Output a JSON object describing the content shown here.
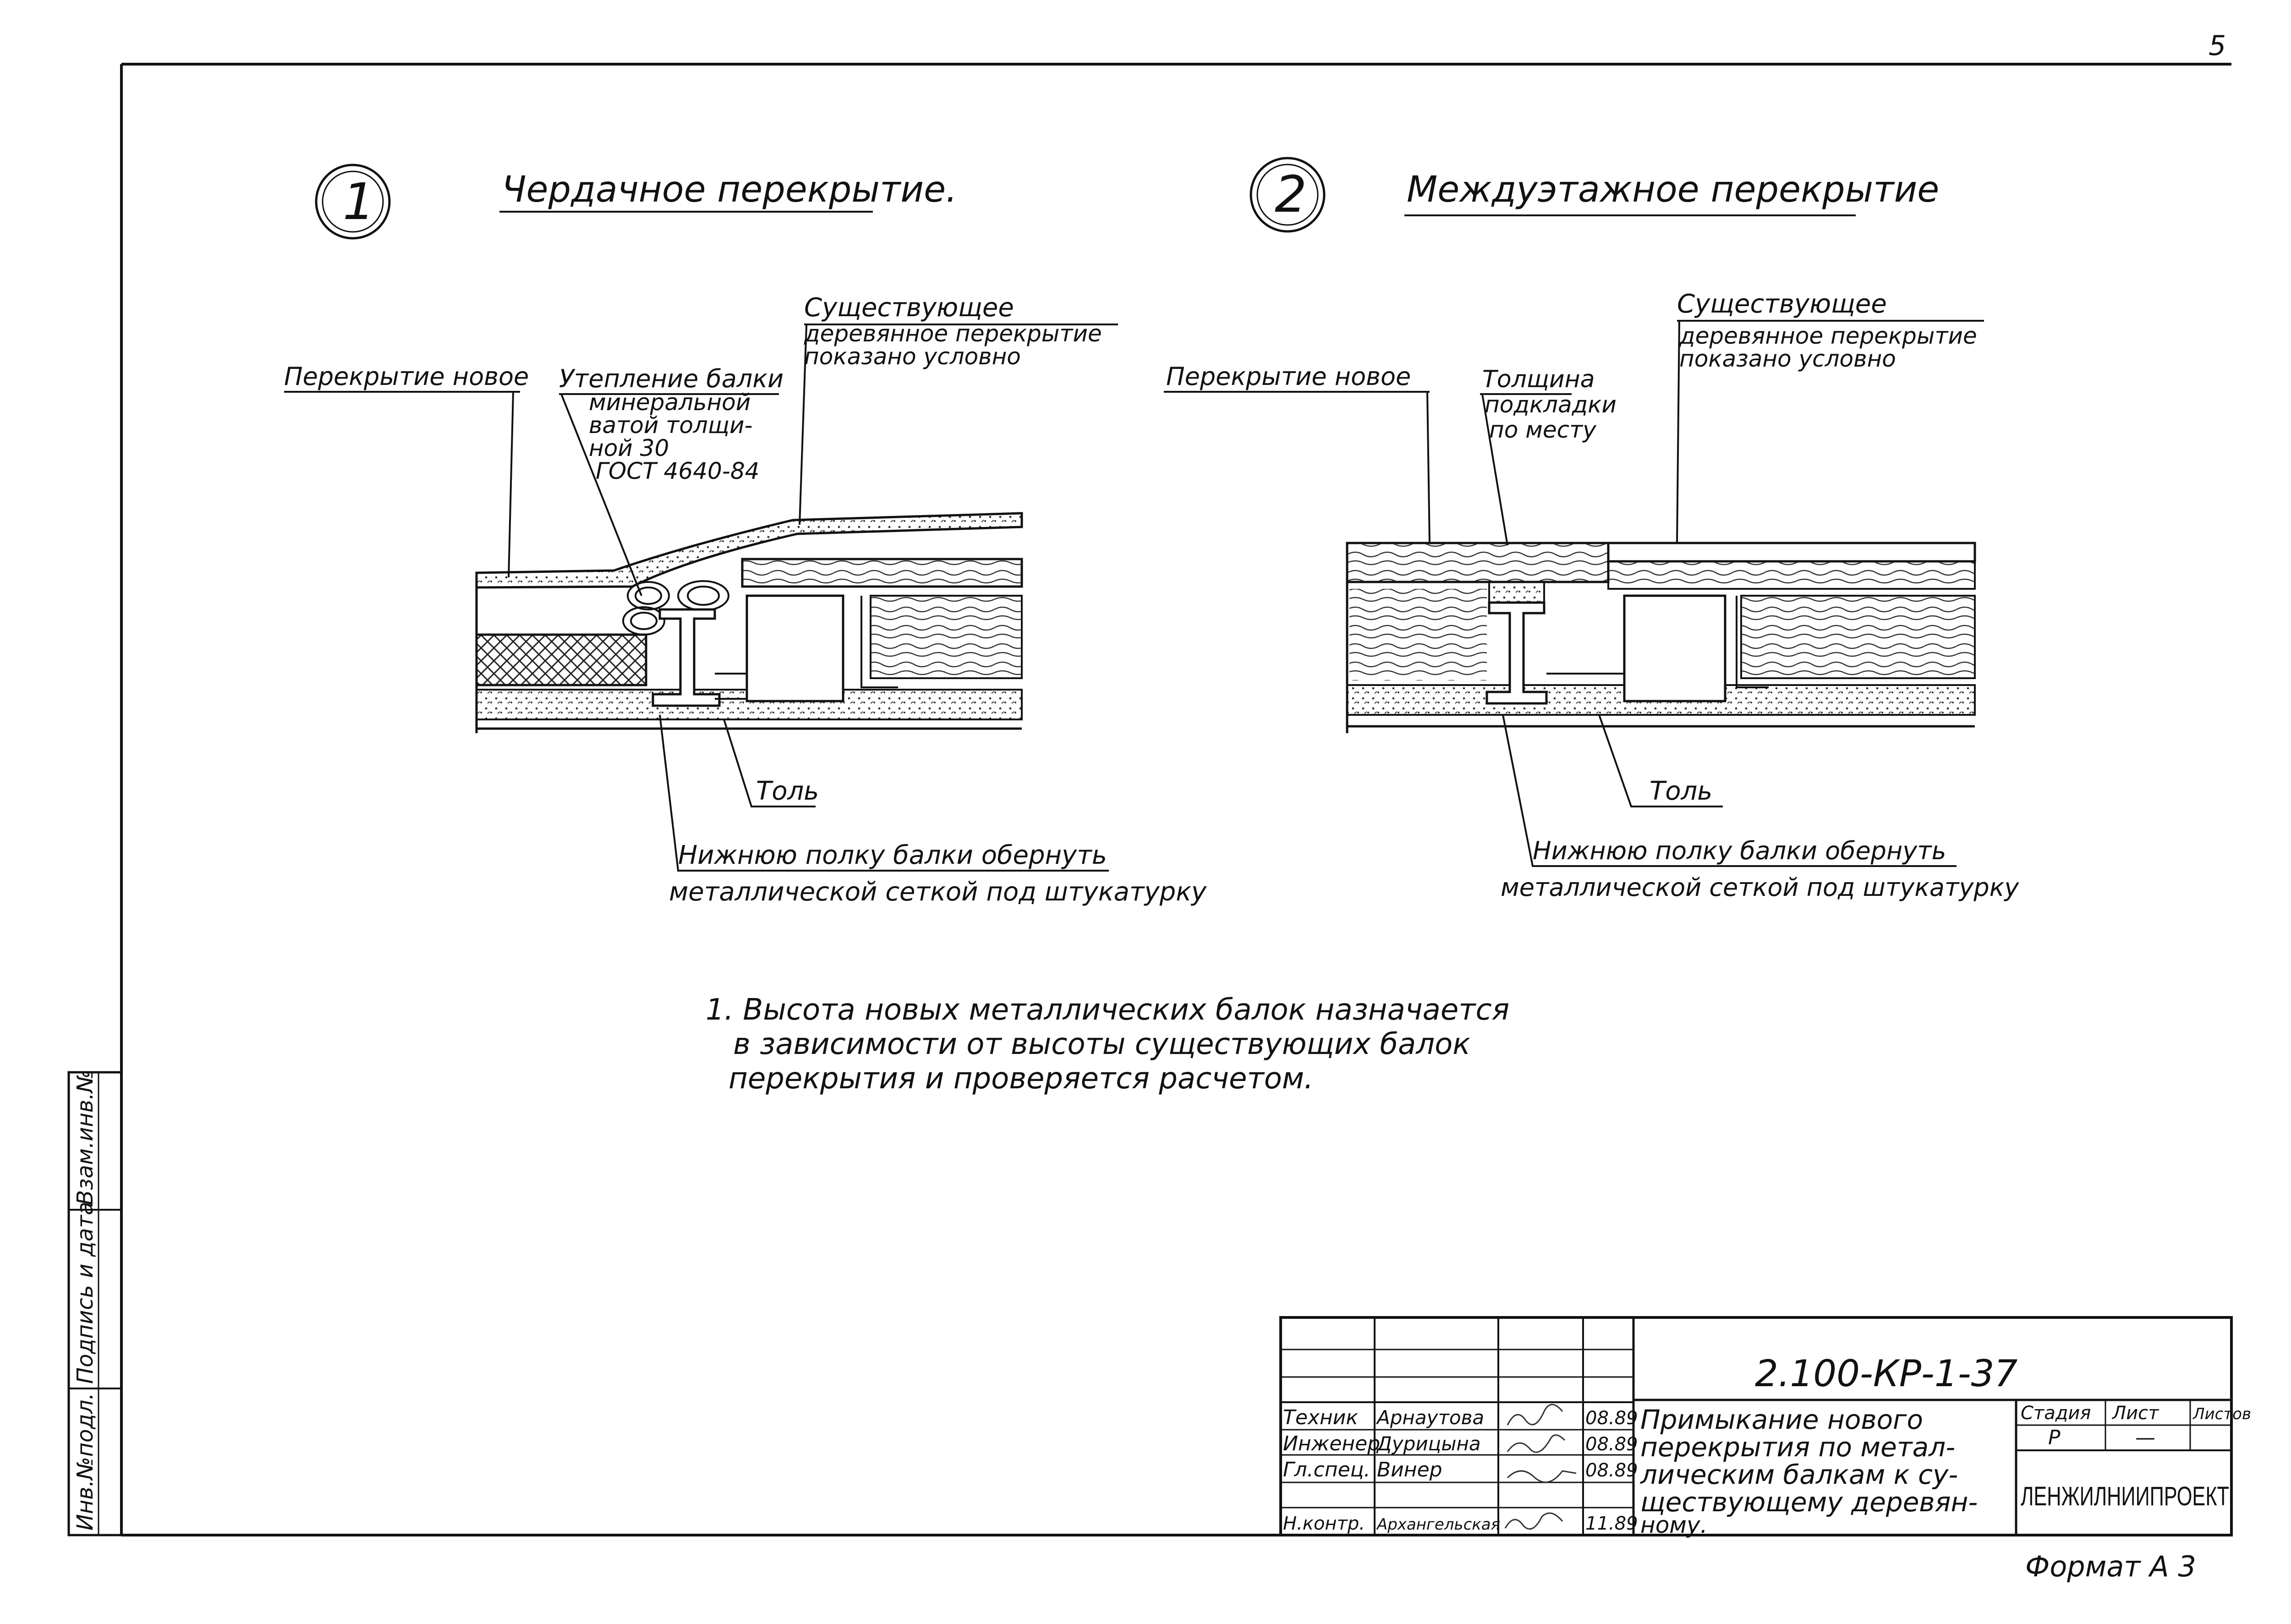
{
  "sheet_number": "5",
  "format_label": "Формат А 3",
  "detail1": {
    "number": "1",
    "title": "Чердачное перекрытие.",
    "labels": {
      "new_floor": "Перекрытие новое",
      "insulation": [
        "Утепление балки",
        "минеральной",
        "ватой толщи-",
        "ной 30",
        "ГОСТ 4640-84"
      ],
      "existing": [
        "Существующее",
        "деревянное перекрытие",
        "показано условно"
      ],
      "roofing": "Толь",
      "wrap": [
        "Нижнюю полку балки обернуть",
        "металлической сеткой под штукатурку"
      ]
    }
  },
  "detail2": {
    "number": "2",
    "title": "Междуэтажное перекрытие",
    "labels": {
      "new_floor": "Перекрытие новое",
      "thickness": [
        "Толщина",
        "подкладки",
        "по месту"
      ],
      "existing": [
        "Существующее",
        "деревянное перекрытие",
        "показано условно"
      ],
      "roofing": "Толь",
      "wrap": [
        "Нижнюю полку балки обернуть",
        "металлической сеткой под штукатурку"
      ]
    }
  },
  "note": [
    "1. Высота новых металлических балок назначается",
    "в зависимости от высоты существующих балок",
    "перекрытия и проверяется расчетом."
  ],
  "side_stamp": [
    "Инв.№подл.",
    "Подпись и дата",
    "Взам.инв.№"
  ],
  "title_block": {
    "code": "2.100-КР-1-37",
    "rows": [
      {
        "role": "Техник",
        "name": "Арнаутова",
        "date": "08.89"
      },
      {
        "role": "Инженер",
        "name": "Дурицына",
        "date": "08.89"
      },
      {
        "role": "Гл.спец.",
        "name": "Винер",
        "date": "08.89"
      },
      {
        "role": "",
        "name": "",
        "date": ""
      },
      {
        "role": "Н.контр.",
        "name": "Архангельская",
        "date": "11.89"
      }
    ],
    "description": [
      "Примыкание нового",
      "перекрытия по метал-",
      "лическим балкам к су-",
      "ществующему деревян-",
      "ному."
    ],
    "stage_header": "Стадия",
    "sheet_header": "Лист",
    "sheets_header": "Листов",
    "stage": "Р",
    "sheet": "—",
    "org": "ЛЕНЖИЛНИИПРОЕКТ"
  }
}
